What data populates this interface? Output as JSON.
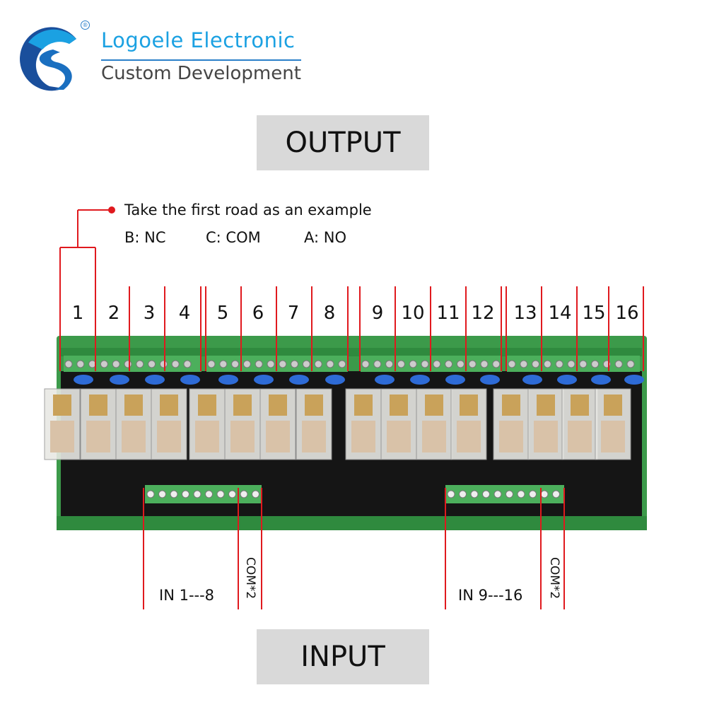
{
  "logo": {
    "company": "Logoele Electronic",
    "tagline": "Custom Development",
    "registered_mark": "®",
    "colors": {
      "primary": "#1ba1e2",
      "dark_blue": "#1a4f9c",
      "tagline": "#454545"
    }
  },
  "output_label": "OUTPUT",
  "input_label": "INPUT",
  "annotation": {
    "title": "Take the first road as an example",
    "terminals": [
      "B: NC",
      "C: COM",
      "A: NO"
    ]
  },
  "channels": [
    "1",
    "2",
    "3",
    "4",
    "5",
    "6",
    "7",
    "8",
    "9",
    "10",
    "11",
    "12",
    "13",
    "14",
    "15",
    "16"
  ],
  "inputs": [
    {
      "label": "IN 1---8",
      "com": "COM*2"
    },
    {
      "label": "IN 9---16",
      "com": "COM*2"
    }
  ],
  "colors": {
    "annotation_line": "#e0191e",
    "board_green": "#3c9a4a",
    "label_box": "#d9d9d9"
  }
}
